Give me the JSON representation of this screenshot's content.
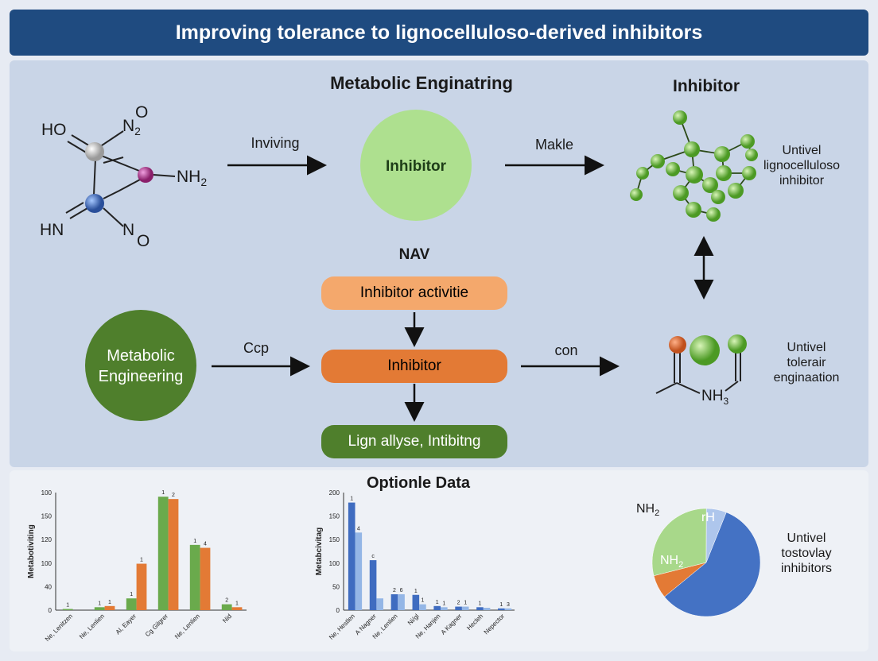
{
  "title": "Improving tolerance to lignocelluloso-derived inhibitors",
  "diagram": {
    "heading": "Metabolic Enginatring",
    "right_heading": "Inhibitor",
    "molecule_labels": {
      "ho": "HO",
      "n2": "N",
      "n2_sub": "2",
      "o_top": "O",
      "nh2": "NH",
      "nh2_sub": "2",
      "hn": "HN",
      "n_bot": "N",
      "o_bot": "O"
    },
    "arrow_label_1": "Inviving",
    "circle_inhibitor": "Inhibitor",
    "arrow_label_2": "Makle",
    "untivel_top": [
      "Untivel",
      "lignocelluloso",
      "inhibitor"
    ],
    "nav_label": "NAV",
    "box_activity": "Inhibitor activitie",
    "box_inhibitor": "Inhibitor",
    "box_lign": "Lign allyse, Intibitng",
    "circle_metabolic": [
      "Metabolic",
      "Engineering"
    ],
    "arrow_label_ccp": "Ccp",
    "arrow_label_con": "con",
    "nh3_label": "NH",
    "nh3_sub": "3",
    "untivel_mid": [
      "Untivel",
      "tolerair",
      "enginaation"
    ]
  },
  "bottom": {
    "heading": "Optionle Data",
    "pie_label_nh2_outer": "NH",
    "pie_label_nh2_outer_sub": "2",
    "pie_label_rh": "rH",
    "pie_label_nh2_inner": "NH",
    "pie_label_nh2_inner_sub": "2",
    "untivel_bottom": [
      "Untivel",
      "tostovlay",
      "inhibitors"
    ]
  },
  "colors": {
    "title_bg": "#1f4b80",
    "green_light": "#a8d88a",
    "green_dark": "#4f7f2c",
    "orange_light": "#f4a86c",
    "orange": "#e37a35",
    "blue": "#4472c4",
    "blue_light": "#8fb0e0"
  },
  "chart_data": [
    {
      "type": "bar",
      "ylabel": "Metabotiviting",
      "ylim": [
        0,
        200
      ],
      "yticks": [
        "0",
        "40",
        "100",
        "120",
        "150",
        "100"
      ],
      "categories": [
        "Ne, Lenitzen",
        "Ne, Lenlien",
        "Al, Eayer",
        "Cg Gilgrer",
        "Ne, Lenlien",
        "Nid"
      ],
      "series": [
        {
          "values": [
            2,
            5,
            20,
            193,
            111,
            10
          ],
          "labels": [
            "1",
            "1",
            "1",
            "1",
            "1",
            "2"
          ]
        },
        {
          "values": [
            0,
            7,
            79,
            189,
            106,
            5
          ],
          "labels": [
            "",
            "1",
            "1",
            "2",
            "4",
            "1"
          ]
        }
      ]
    },
    {
      "type": "bar",
      "ylabel": "Metabcivitag",
      "ylim": [
        0,
        200
      ],
      "yticks": [
        "0",
        "50",
        "100",
        "150",
        "150",
        "200"
      ],
      "categories": [
        "Ne, Hestlen",
        "A Nagner",
        "Ne, Lenlien",
        "Ni/gl",
        "Ne, Hanjen",
        "A Kagner",
        "Hecleh",
        "Nepector"
      ],
      "series": [
        {
          "values": [
            183,
            85,
            27,
            26,
            7,
            6,
            5,
            3
          ],
          "labels": [
            "1",
            "c",
            "2",
            "1",
            "1",
            "2",
            "1",
            "1"
          ]
        },
        {
          "values": [
            132,
            20,
            27,
            10,
            5,
            6,
            4,
            3
          ],
          "labels": [
            "4",
            "",
            "6",
            "1",
            "1",
            "1",
            "",
            "3"
          ]
        }
      ]
    },
    {
      "type": "pie",
      "labels": [
        "NH2",
        "rH",
        "NH2"
      ],
      "values": [
        58,
        7,
        35
      ]
    }
  ]
}
